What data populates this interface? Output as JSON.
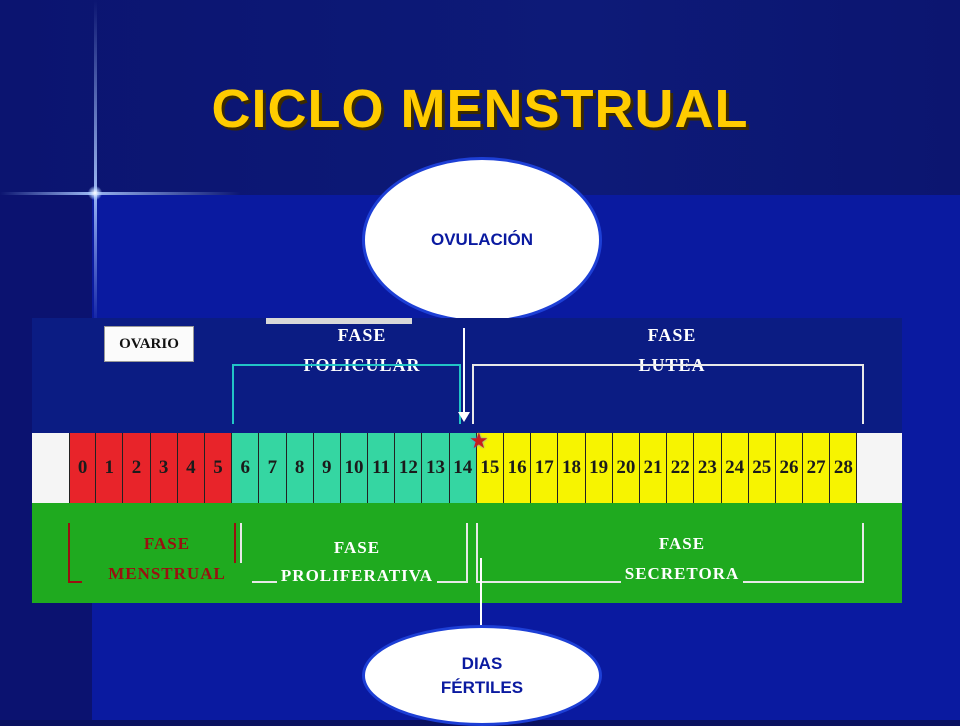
{
  "title": "CICLO MENSTRUAL",
  "bubbles": {
    "ovulacion": "OVULACIÓN",
    "dias_fertiles_line1": "DIAS",
    "dias_fertiles_line2": "FÉRTILES"
  },
  "diagram": {
    "ovario_label": "OVARIO",
    "fase_folicular": [
      "FASE",
      "FOLICULAR"
    ],
    "fase_lutea": [
      "FASE",
      "LUTEA"
    ],
    "fase_menstrual": [
      "FASE",
      "MENSTRUAL"
    ],
    "fase_proliferativa": [
      "FASE",
      "PROLIFERATIVA"
    ],
    "fase_secretora": [
      "FASE",
      "SECRETORA"
    ],
    "star_symbol": "★"
  },
  "days": [
    {
      "n": "0",
      "c": "#e8242a"
    },
    {
      "n": "1",
      "c": "#e8242a"
    },
    {
      "n": "2",
      "c": "#e8242a"
    },
    {
      "n": "3",
      "c": "#e8242a"
    },
    {
      "n": "4",
      "c": "#e8242a"
    },
    {
      "n": "5",
      "c": "#e8242a"
    },
    {
      "n": "6",
      "c": "#35d6a2"
    },
    {
      "n": "7",
      "c": "#35d6a2"
    },
    {
      "n": "8",
      "c": "#35d6a2"
    },
    {
      "n": "9",
      "c": "#35d6a2"
    },
    {
      "n": "10",
      "c": "#35d6a2"
    },
    {
      "n": "11",
      "c": "#35d6a2"
    },
    {
      "n": "12",
      "c": "#35d6a2"
    },
    {
      "n": "13",
      "c": "#35d6a2"
    },
    {
      "n": "14",
      "c": "#35d6a2"
    },
    {
      "n": "15",
      "c": "#f7f400"
    },
    {
      "n": "16",
      "c": "#f7f400"
    },
    {
      "n": "17",
      "c": "#f7f400"
    },
    {
      "n": "18",
      "c": "#f7f400"
    },
    {
      "n": "19",
      "c": "#f7f400"
    },
    {
      "n": "20",
      "c": "#f7f400"
    },
    {
      "n": "21",
      "c": "#f7f400"
    },
    {
      "n": "22",
      "c": "#f7f400"
    },
    {
      "n": "23",
      "c": "#f7f400"
    },
    {
      "n": "24",
      "c": "#f7f400"
    },
    {
      "n": "25",
      "c": "#f7f400"
    },
    {
      "n": "26",
      "c": "#f7f400"
    },
    {
      "n": "27",
      "c": "#f7f400"
    },
    {
      "n": "28",
      "c": "#f7f400"
    }
  ],
  "colors": {
    "title": "#ffcc00",
    "menstrual": "#e8242a",
    "folicular": "#35d6a2",
    "lutea": "#f7f400",
    "uterus_band": "#1faa1f",
    "bubble_border": "#1d3fd6"
  }
}
